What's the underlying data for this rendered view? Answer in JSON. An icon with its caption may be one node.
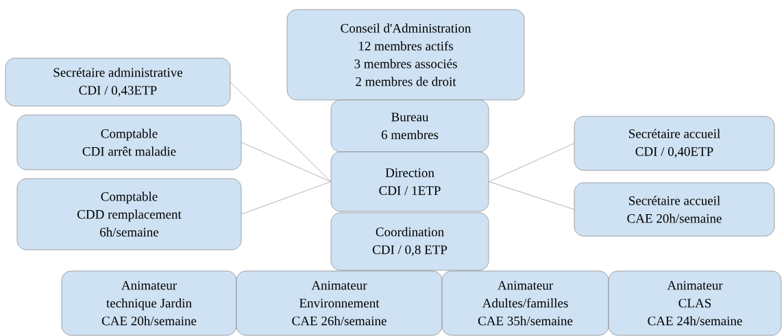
{
  "diagram": {
    "nodes": [
      {
        "text": [
          "Conseil d'Administration",
          "12 membres actifs",
          "3 membres associés",
          "2 membres de droit"
        ]
      },
      {
        "text": [
          "Secrétaire administrative",
          "CDI / 0,43ETP"
        ]
      },
      {
        "text": [
          "Bureau",
          "6 membres"
        ]
      },
      {
        "text": [
          "Comptable",
          "CDI arrêt maladie"
        ]
      },
      {
        "text": [
          "Secrétaire accueil",
          "CDI / 0,40ETP"
        ]
      },
      {
        "text": [
          "Direction",
          "CDI / 1ETP"
        ]
      },
      {
        "text": [
          "Comptable",
          "CDD remplacement",
          "6h/semaine"
        ]
      },
      {
        "text": [
          "Secrétaire accueil",
          "CAE 20h/semaine"
        ]
      },
      {
        "text": [
          "Coordination",
          "CDI / 0,8 ETP"
        ]
      },
      {
        "text": [
          "Animateur",
          "technique Jardin",
          "CAE  20h/semaine"
        ]
      },
      {
        "text": [
          "Animateur",
          "Environnement",
          "CAE 26h/semaine"
        ]
      },
      {
        "text": [
          "Animateur",
          "Adultes/familles",
          "CAE 35h/semaine"
        ]
      },
      {
        "text": [
          "Animateur",
          "CLAS",
          "CAE 24h/semaine"
        ]
      }
    ],
    "edges": [
      {
        "from": 5,
        "to": 1,
        "arrow": "none"
      },
      {
        "from": 5,
        "to": 3,
        "arrow": "none"
      },
      {
        "from": 5,
        "to": 6,
        "arrow": "none"
      },
      {
        "from": 5,
        "to": 4,
        "arrow": "none"
      },
      {
        "from": 5,
        "to": 7,
        "arrow": "none"
      }
    ]
  }
}
